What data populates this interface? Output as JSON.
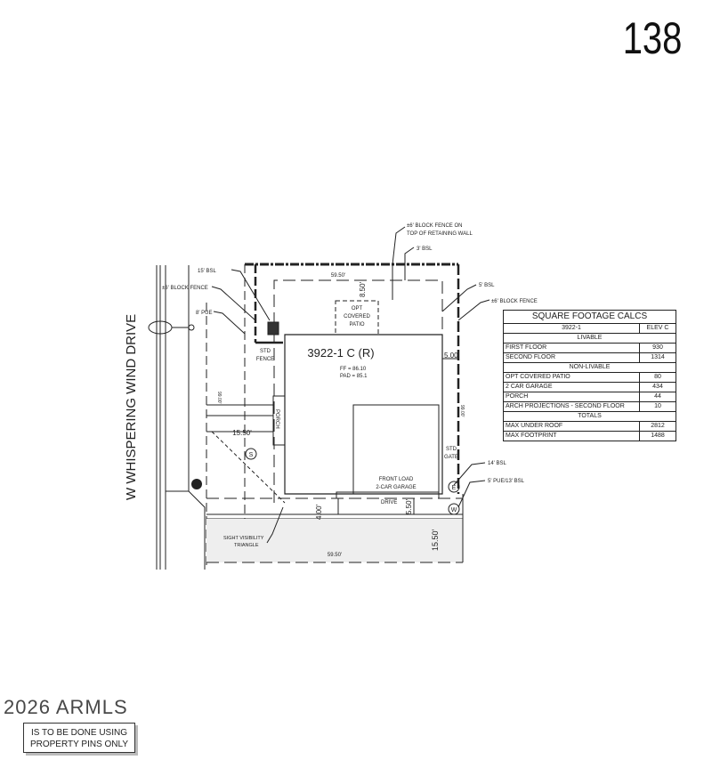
{
  "page_number": "138",
  "street_name": "W WHISPERING WIND DRIVE",
  "lot": {
    "plan_label": "3922-1 C (R)",
    "ff": "FF = 86.10",
    "pad": "PAD = 85.1",
    "callouts": {
      "block_fence_retaining": [
        "±6' BLOCK FENCE ON",
        "TOP OF RETAINING WALL"
      ],
      "rear_bsl": "3' BSL",
      "side_bsl_right": "5' BSL",
      "block_fence_right": "±6' BLOCK FENCE",
      "side_bsl_left": "15' BSL",
      "block_fence_left": "±6' BLOCK FENCE",
      "pue_left": "8' PUE",
      "std_fence": [
        "STD",
        "FENCE"
      ],
      "opt_patio": [
        "OPT",
        "COVERED",
        "PATIO"
      ],
      "porch": "PORCH",
      "std_gate": [
        "STD",
        "GATE"
      ],
      "garage": [
        "FRONT LOAD",
        "2-CAR GARAGE"
      ],
      "drive": "DRIVE",
      "front_bsl": "14' BSL",
      "front_pue": "5' PUE/13' BSL",
      "sight_triangle": [
        "SIGHT VISIBILITY",
        "TRIANGLE"
      ],
      "sewer": "S",
      "electric": "E",
      "water": "W"
    },
    "dimensions": {
      "width_top": "59.50'",
      "width_bottom": "59.50'",
      "rear_setback": "8.50'",
      "side_right": "5.00'",
      "depth_left": "99.00'",
      "depth_right": "99.00'",
      "porch_offset": "15.50'",
      "front_4": "4.00'",
      "drive_550": "5.50'",
      "front_1550": "15.50'"
    }
  },
  "square_footage": {
    "title": "SQUARE FOOTAGE CALCS",
    "plan": "3922-1",
    "elevation": "ELEV C",
    "livable_header": "LIVABLE",
    "livable": [
      {
        "label": "FIRST FLOOR",
        "value": "930"
      },
      {
        "label": "SECOND FLOOR",
        "value": "1314"
      }
    ],
    "non_livable_header": "NON-LIVABLE",
    "non_livable": [
      {
        "label": "OPT COVERED PATIO",
        "value": "80"
      },
      {
        "label": "2 CAR GARAGE",
        "value": "434"
      },
      {
        "label": "PORCH",
        "value": "44"
      },
      {
        "label": "ARCH PROJECTIONS - SECOND FLOOR",
        "value": "10"
      }
    ],
    "totals_header": "TOTALS",
    "totals": [
      {
        "label": "MAX UNDER ROOF",
        "value": "2812"
      },
      {
        "label": "MAX FOOTPRINT",
        "value": "1488"
      }
    ]
  },
  "stamp": {
    "lines": [
      "IS TO BE DONE USING",
      "PROPERTY PINS ONLY"
    ]
  },
  "watermark": "2026 ARMLS"
}
